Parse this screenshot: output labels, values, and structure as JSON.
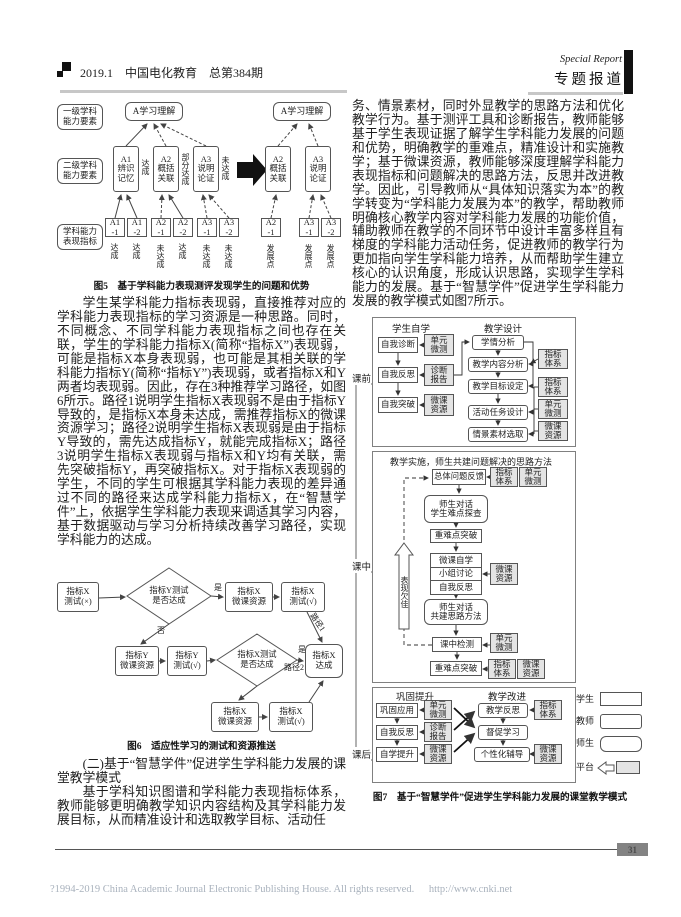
{
  "header": {
    "issue": "2019.1　中国电化教育　总第384期",
    "special_en": "Special Report",
    "special_cn": "专题报道"
  },
  "left_column": {
    "fig5": {
      "row_labels": [
        "一级学科\n能力要素",
        "二级学科\n能力要素",
        "学科能力\n表现指标"
      ],
      "left_top": "A学习理解",
      "right_top": "A学习理解",
      "left_mid": [
        {
          "label": "A1\n辨识\n记忆",
          "status": "达成"
        },
        {
          "label": "A2\n概括\n关联",
          "status": "部分达成"
        },
        {
          "label": "A3\n说明\n论证",
          "status": "未达成"
        }
      ],
      "right_mid": [
        {
          "label": "A2\n概括\n关联"
        },
        {
          "label": "A3\n说明\n论证"
        }
      ],
      "left_bottom": [
        {
          "label": "A1\n-1",
          "status": "达成"
        },
        {
          "label": "A1\n-2",
          "status": "达成"
        },
        {
          "label": "A2\n-1",
          "status": "未达成"
        },
        {
          "label": "A2\n-2",
          "status": "达成"
        },
        {
          "label": "A3\n-1",
          "status": "未达成"
        },
        {
          "label": "A3\n-2",
          "status": "未达成"
        }
      ],
      "right_bottom": [
        {
          "label": "A2\n-1",
          "status": "发展点"
        },
        {
          "label": "A3\n-1",
          "status": "发展点"
        },
        {
          "label": "A3\n-2",
          "status": "发展点"
        }
      ],
      "caption": "图5　基于学科能力表现测评发现学生的问题和优势"
    },
    "para1": "学生某学科能力指标表现弱，直接推荐对应的学科能力表现指标的学习资源是一种思路。同时，不同概念、不同学科能力表现指标之间也存在关联，学生的学科能力指标X(简称“指标X”)表现弱，可能是指标X本身表现弱，也可能是其相关联的学科能力指标Y(简称“指标Y”)表现弱，或者指标X和Y两者均表现弱。因此，存在3种推荐学习路径，如图6所示。路径1说明学生指标X表现弱不是由于指标Y导致的，是指标X本身未达成，需推荐指标X的微课资源学习；路径2说明学生指标X表现弱是由于指标Y导致的，需先达成指标Y，就能完成指标X；路径3说明学生指标X表现弱与指标X和Y均有关联，需先突破指标Y，再突破指标X。对于指标X表现弱的学生，不同的学生可根据其学科能力表现的差异通过不同的路径来达成学科能力指标X，在“智慧学件”上，依据学生学科能力表现来调适其学习内容，基于数据驱动与学习分析持续改善学习路径，实现学科能力的达成。",
    "fig6": {
      "test_x_fail": "指标X\n测试(×)",
      "d1": "指标Y测试\n是否达成",
      "yes1": "是",
      "no1": "否",
      "x_res": "指标X\n微课资源",
      "test_x_pass": "指标X\n测试(√)",
      "path1": "路径1",
      "y_res": "指标Y\n微课资源",
      "test_y_pass": "指标Y\n测试(√)",
      "d2": "指标X测试\n是否达成",
      "yes2": "是",
      "path2": "路径2",
      "x_done": "指标X\n达成",
      "x_res2": "指标X\n微课资源",
      "test_x_pass2": "指标X\n测试(√)",
      "caption": "图6　适应性学习的测试和资源推送"
    },
    "subheading": "(二)基于“智慧学件”促进学生学科能力发展的课堂教学模式",
    "para2": "基于学科知识图谱和学科能力表现指标体系，教师能够更明确教学知识内容结构及其学科能力发展目标，从而精准设计和选取教学目标、活动任"
  },
  "right_column": {
    "para": "务、情景素材，同时外显教学的思路方法和优化教学行为。基于测评工具和诊断报告，教师能够基于学生表现证据了解学生学科能力发展的问题和优势，明确教学的重难点，精准设计和实施教学；基于微课资源，教师能够深度理解学科能力表现指标和问题解决的思路方法，反思并改进教学。因此，引导教师从“具体知识落实为本”的教学转变为“学科能力发展为本”的教学，帮助教师明确核心教学内容对学科能力发展的功能价值，辅助教师在教学的不同环节中设计丰富多样且有梯度的学科能力活动任务，促进教师的教学行为更加指向学生学科能力培养，从而帮助学生建立核心的认识角度，形成认识思路，实现学生学科能力的发展。基于“智慧学件”促进学生学科能力发展的教学模式如图7所示。",
    "fig7": {
      "stages": {
        "pre": "课前",
        "mid": "课中",
        "post": "课后"
      },
      "pre": {
        "left_title": "学生自学",
        "right_title": "教学设计",
        "self_diag": "自我诊断",
        "self_reflect": "自我反思",
        "self_break": "自我突破",
        "learn_analysis": "学情分析",
        "content_analysis": "教学内容分析",
        "goal_setting": "教学目标设定",
        "task_design": "活动任务设计",
        "material_select": "情景素材选取"
      },
      "mid": {
        "title": "教学实施，师生共建问题解决的思路方法",
        "feedback": "总体问题反馈",
        "dialog1": "师生对话\n学生难点探查",
        "breakthrough1": "重难点突破",
        "micro_self": "微课自学",
        "group_disc": "小组讨论",
        "self_reflect": "自我反思",
        "dialog2": "师生对话\n共建思路方法",
        "in_test": "课中检测",
        "breakthrough2": "重难点突破",
        "poor": "表现欠佳"
      },
      "post": {
        "left_title": "巩固提升",
        "right_title": "教学改进",
        "consolidate": "巩固应用",
        "self_reflect": "自我反思",
        "self_improve": "自学提升",
        "teach_reflect": "教学反思",
        "supervise": "督促学习",
        "tutor": "个性化辅导"
      },
      "platform": {
        "unit_test": "单元\n微测",
        "diag_report": "诊断\n报告",
        "micro_res": "微课\n资源",
        "indicator": "指标\n体系"
      },
      "legend": {
        "student": "学生",
        "teacher": "教师",
        "both": "师生",
        "platform": "平台"
      },
      "caption": "图7　基于“智慧学件”促进学生学科能力发展的课堂教学模式"
    }
  },
  "footer": {
    "copyright": "?1994-2019 China Academic Journal Electronic Publishing House. All rights reserved.",
    "url": "http://www.cnki.net",
    "page_number": "31"
  }
}
